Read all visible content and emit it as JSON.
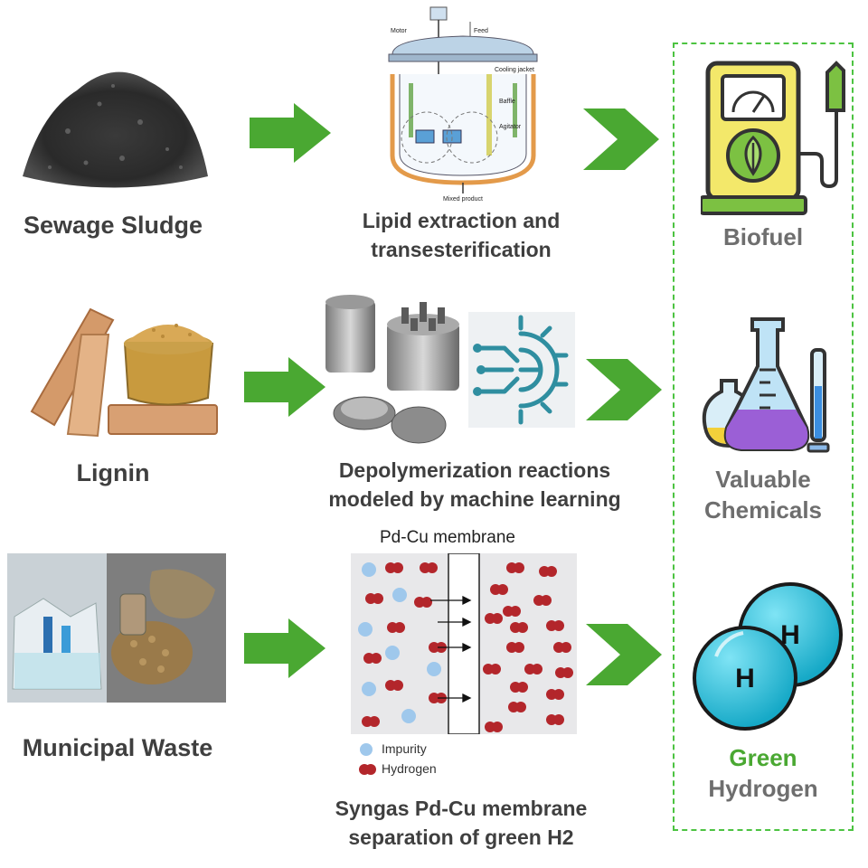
{
  "rows": [
    {
      "source": "Sewage Sludge",
      "process_line1": "Lipid extraction and",
      "process_line2": "transesterification",
      "output_line1": "Biofuel",
      "output_line2": ""
    },
    {
      "source": "Lignin",
      "process_line1": "Depolymerization reactions",
      "process_line2": "modeled  by machine learning",
      "output_line1": "Valuable",
      "output_line2": "Chemicals"
    },
    {
      "source": "Municipal Waste",
      "process_line1": "Syngas Pd-Cu  membrane",
      "process_line2": "separation of green H2",
      "output_line1": "Green",
      "output_line2": "Hydrogen"
    }
  ],
  "reactor": {
    "motor": "Motor",
    "feed": "Feed",
    "cooling_jacket": "Cooling jacket",
    "baffle": "Baffle",
    "agitator": "Agitator",
    "mixed_product": "Mixed product"
  },
  "membrane": {
    "title": "Pd-Cu  membrane",
    "legend_impurity": "Impurity",
    "legend_hydrogen": "Hydrogen"
  },
  "hydrogen_symbol": "H",
  "colors": {
    "arrow_green": "#4aa832",
    "dashed_border": "#4cc341",
    "green_text": "#4aa832",
    "hydrogen_red": "#b3262b",
    "impurity_blue": "#9fc8ec"
  }
}
